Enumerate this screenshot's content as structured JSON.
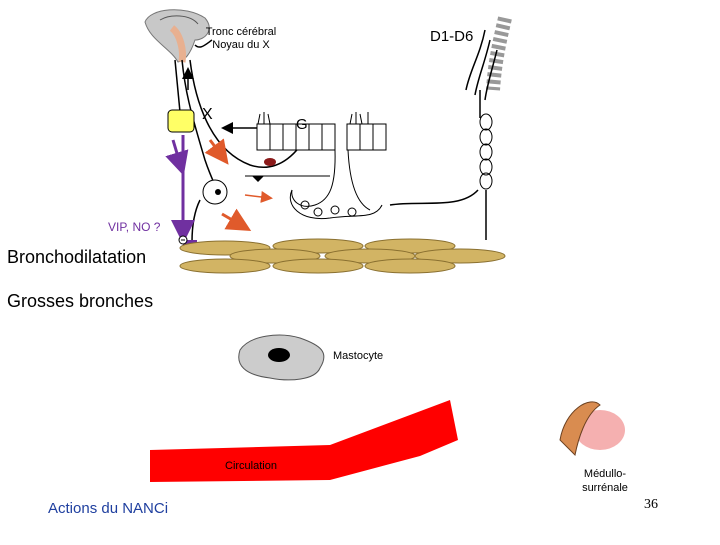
{
  "labels": {
    "tronc": "Tronc cérébral Noyau du X",
    "d1d6": "D1-D6",
    "x": "X",
    "g": "G",
    "vip": "VIP, NO ?",
    "broncho": "Bronchodilatation",
    "grosses": "Grosses bronches",
    "mastocyte": "Mastocyte",
    "circulation": "Circulation",
    "medullo": "Médullo-surrénale",
    "actions": "Actions du NANCi",
    "page": "36"
  },
  "colors": {
    "muscle": "#d2b464",
    "vessel": "#ff0000",
    "nerve": "#000000",
    "inhibitory": "#7030a0",
    "arrow": "#e05a2b",
    "ganglion_yellow": "#ffff66"
  }
}
